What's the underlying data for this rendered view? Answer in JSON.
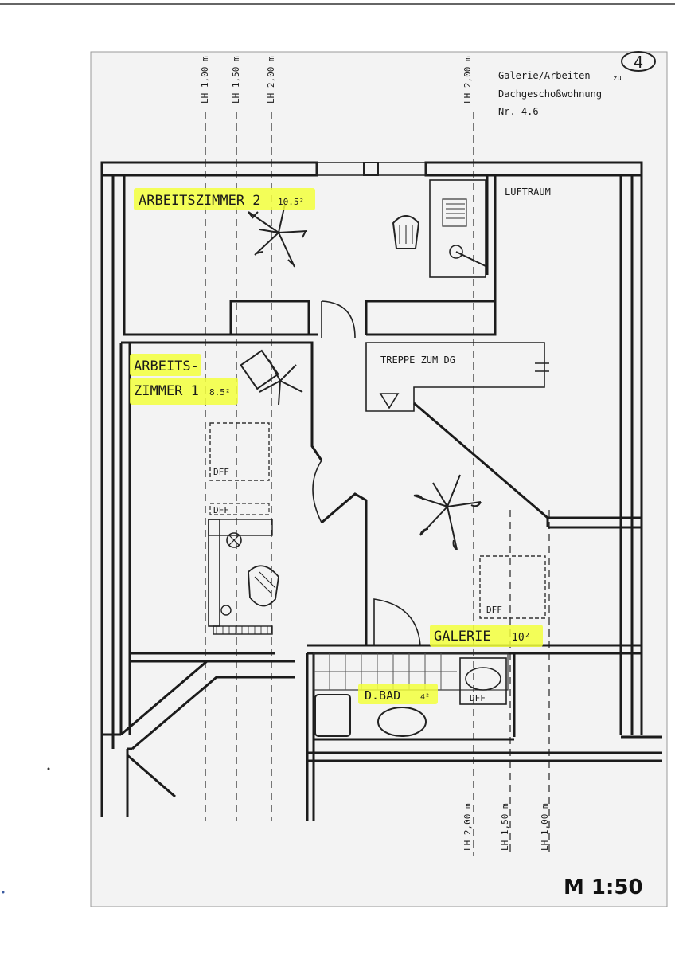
{
  "page_number": "4",
  "header": {
    "line1": "Galerie/Arbeiten",
    "line1_suffix": "zu",
    "line2": "Dachgeschoßwohnung",
    "line3": "Nr.  4.6"
  },
  "ceiling_heights_top": [
    "LH 1,00 m",
    "LH 1,50 m",
    "LH 2,00 m",
    "LH 2,00 m"
  ],
  "ceiling_heights_bottom": [
    "LH 2,00 m",
    "LH 1,50 m",
    "LH 1,00 m"
  ],
  "rooms": {
    "arbeitszimmer2": {
      "name": "ARBEITSZIMMER 2",
      "area": "10.5²"
    },
    "arbeitszimmer1": {
      "name_line1": "ARBEITS-",
      "name_line2": "ZIMMER 1",
      "area": "8.5²"
    },
    "galerie": {
      "name": "GALERIE",
      "area": "10²"
    },
    "bad": {
      "name": "D.BAD",
      "area": "4²"
    },
    "luftraum": "LUFTRAUM",
    "treppe": "TREPPE ZUM DG"
  },
  "skylight_label": "DFF",
  "scale": "M 1:50",
  "colors": {
    "highlight": "#f2ff3c",
    "line": "#1b1b1b"
  }
}
